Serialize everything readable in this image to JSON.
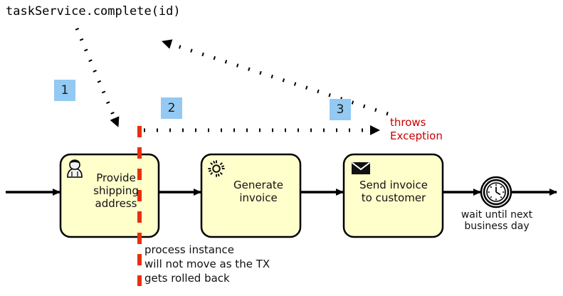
{
  "diagram": {
    "type": "bpmn-process-with-transaction-annotation",
    "api_call_label": "taskService.complete(id)",
    "badges": [
      {
        "id": "1",
        "label": "1"
      },
      {
        "id": "2",
        "label": "2"
      },
      {
        "id": "3",
        "label": "3"
      }
    ],
    "tasks": [
      {
        "id": "provide-shipping-address",
        "label": "Provide\nshipping\naddress",
        "icon": "user-icon",
        "task_type": "user-task"
      },
      {
        "id": "generate-invoice",
        "label": "Generate\ninvoice",
        "icon": "gear-icon",
        "task_type": "service-task"
      },
      {
        "id": "send-invoice-to-customer",
        "label": "Send invoice\nto customer",
        "icon": "envelope-icon",
        "task_type": "send-task"
      }
    ],
    "timer_event": {
      "id": "wait-timer",
      "icon": "clock-icon",
      "label": "wait until next\nbusiness day"
    },
    "exception_label": "throws\nException",
    "rollback_note": "process instance\nwill not move as the TX\ngets rolled back",
    "colors": {
      "task_fill": "#ffffcc",
      "task_stroke": "#000000",
      "badge_fill": "#93c9f2",
      "exception_text": "#cc0000",
      "rollback_marker": "#e8300c",
      "flow_line": "#000000",
      "canvas_background": "#ffffff"
    }
  }
}
